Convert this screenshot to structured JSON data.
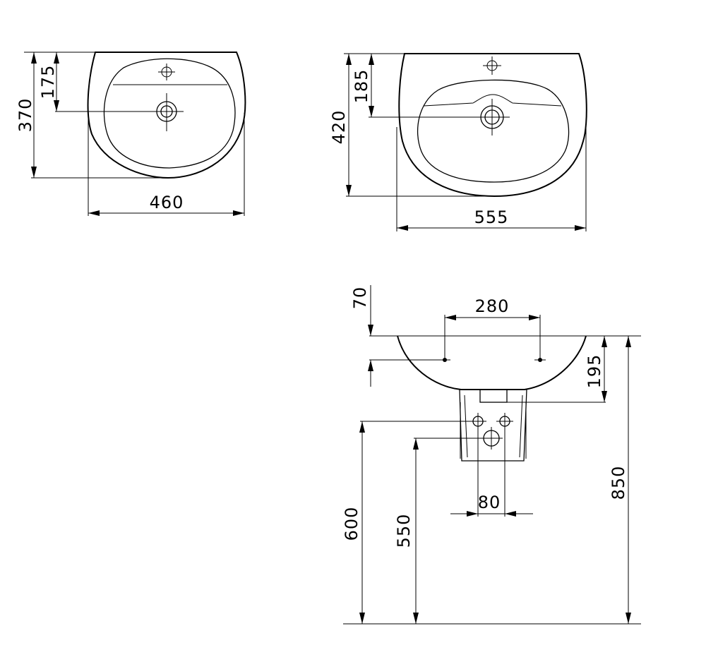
{
  "views": {
    "top_small": {
      "height_label": "370",
      "tap_offset_label": "175",
      "width_label": "460"
    },
    "top_large": {
      "height_label": "420",
      "tap_offset_label": "185",
      "width_label": "555"
    },
    "side": {
      "mount_spacing_label": "280",
      "rim_offset_label": "70",
      "bowl_depth_label": "195",
      "total_height_label": "850",
      "supply_spacing_label": "80",
      "supply_height_label": "600",
      "waste_height_label": "550"
    }
  }
}
